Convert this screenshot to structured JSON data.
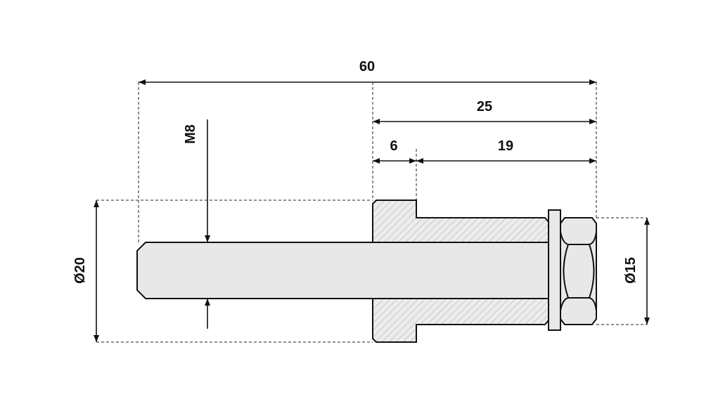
{
  "dimensions": {
    "overall_length": "60",
    "bushing_length": "25",
    "flange_length": "6",
    "shank_length": "19",
    "thread": "M8",
    "flange_diameter": "Ø20",
    "nut_diameter": "Ø15"
  },
  "colors": {
    "part_fill": "#e8e8e8",
    "hatch": "#b0b0b0",
    "line": "#111111"
  }
}
